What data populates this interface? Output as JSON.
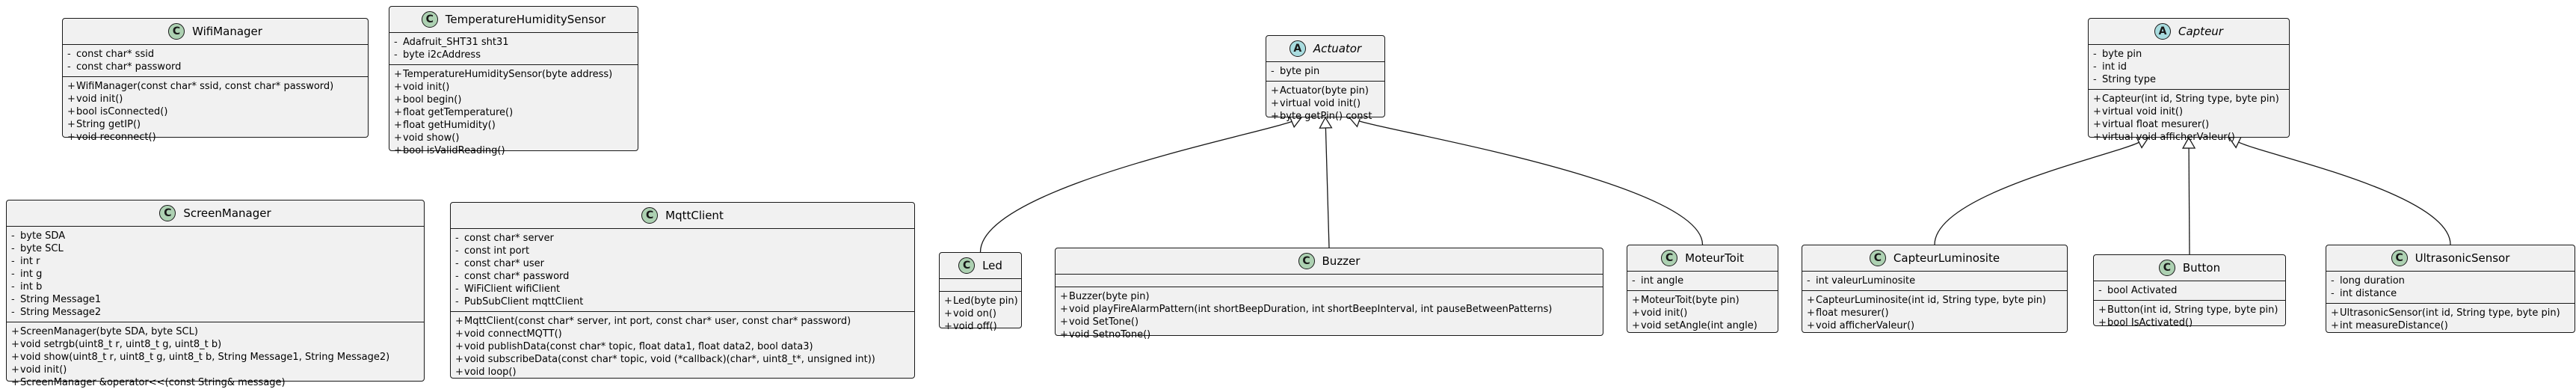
{
  "classes": {
    "wifi": {
      "name": "WifiManager",
      "kind": "class",
      "attributes": [
        {
          "v": "-",
          "t": "const char* ssid"
        },
        {
          "v": "-",
          "t": "const char* password"
        }
      ],
      "methods": [
        {
          "v": "+",
          "t": "WifiManager(const char* ssid, const char* password)"
        },
        {
          "v": "+",
          "t": "void init()"
        },
        {
          "v": "+",
          "t": "bool isConnected()"
        },
        {
          "v": "+",
          "t": "String getIP()"
        },
        {
          "v": "+",
          "t": "void reconnect()"
        }
      ]
    },
    "temp": {
      "name": "TemperatureHumiditySensor",
      "kind": "class",
      "attributes": [
        {
          "v": "-",
          "t": "Adafruit_SHT31 sht31"
        },
        {
          "v": "-",
          "t": "byte i2cAddress"
        }
      ],
      "methods": [
        {
          "v": "+",
          "t": "TemperatureHumiditySensor(byte address)"
        },
        {
          "v": "+",
          "t": "void init()"
        },
        {
          "v": "+",
          "t": "bool begin()"
        },
        {
          "v": "+",
          "t": "float getTemperature()"
        },
        {
          "v": "+",
          "t": "float getHumidity()"
        },
        {
          "v": "+",
          "t": "void show()"
        },
        {
          "v": "+",
          "t": "bool isValidReading()"
        }
      ]
    },
    "actuator": {
      "name": "Actuator",
      "kind": "abstract",
      "attributes": [
        {
          "v": "-",
          "t": "byte pin"
        }
      ],
      "methods": [
        {
          "v": "+",
          "t": "Actuator(byte pin)"
        },
        {
          "v": "+",
          "t": "virtual void init()"
        },
        {
          "v": "+",
          "t": "byte getPin() const"
        }
      ]
    },
    "capteur": {
      "name": "Capteur",
      "kind": "abstract",
      "attributes": [
        {
          "v": "-",
          "t": "byte pin"
        },
        {
          "v": "-",
          "t": "int id"
        },
        {
          "v": "-",
          "t": "String type"
        }
      ],
      "methods": [
        {
          "v": "+",
          "t": "Capteur(int id, String type, byte pin)"
        },
        {
          "v": "+",
          "t": "virtual void init()"
        },
        {
          "v": "+",
          "t": "virtual float mesurer()"
        },
        {
          "v": "+",
          "t": "virtual void afficherValeur()"
        }
      ]
    },
    "screen": {
      "name": "ScreenManager",
      "kind": "class",
      "attributes": [
        {
          "v": "-",
          "t": "byte SDA"
        },
        {
          "v": "-",
          "t": "byte SCL"
        },
        {
          "v": "-",
          "t": "int r"
        },
        {
          "v": "-",
          "t": "int g"
        },
        {
          "v": "-",
          "t": "int b"
        },
        {
          "v": "-",
          "t": "String Message1"
        },
        {
          "v": "-",
          "t": "String Message2"
        }
      ],
      "methods": [
        {
          "v": "+",
          "t": "ScreenManager(byte SDA, byte SCL)"
        },
        {
          "v": "+",
          "t": "void setrgb(uint8_t r, uint8_t g, uint8_t b)"
        },
        {
          "v": "+",
          "t": "void show(uint8_t r, uint8_t g, uint8_t b, String Message1, String Message2)"
        },
        {
          "v": "+",
          "t": "void init()"
        },
        {
          "v": "+",
          "t": "ScreenManager &operator<<(const String& message)"
        }
      ]
    },
    "mqtt": {
      "name": "MqttClient",
      "kind": "class",
      "attributes": [
        {
          "v": "-",
          "t": "const char* server"
        },
        {
          "v": "-",
          "t": "const int port"
        },
        {
          "v": "-",
          "t": "const char* user"
        },
        {
          "v": "-",
          "t": "const char* password"
        },
        {
          "v": "-",
          "t": "WiFiClient wifiClient"
        },
        {
          "v": "-",
          "t": "PubSubClient mqttClient"
        }
      ],
      "methods": [
        {
          "v": "+",
          "t": "MqttClient(const char* server, int port, const char* user, const char* password)"
        },
        {
          "v": "+",
          "t": "void connectMQTT()"
        },
        {
          "v": "+",
          "t": "void publishData(const char* topic, float data1, float data2, bool data3)"
        },
        {
          "v": "+",
          "t": "void subscribeData(const char* topic, void (*callback)(char*, uint8_t*, unsigned int))"
        },
        {
          "v": "+",
          "t": "void loop()"
        }
      ]
    },
    "led": {
      "name": "Led",
      "kind": "class",
      "attributes": [],
      "methods": [
        {
          "v": "+",
          "t": "Led(byte pin)"
        },
        {
          "v": "+",
          "t": "void on()"
        },
        {
          "v": "+",
          "t": "void off()"
        }
      ]
    },
    "buzzer": {
      "name": "Buzzer",
      "kind": "class",
      "attributes": [],
      "methods": [
        {
          "v": "+",
          "t": "Buzzer(byte pin)"
        },
        {
          "v": "+",
          "t": "void playFireAlarmPattern(int shortBeepDuration, int shortBeepInterval, int pauseBetweenPatterns)"
        },
        {
          "v": "+",
          "t": "void SetTone()"
        },
        {
          "v": "+",
          "t": "void SetnoTone()"
        }
      ]
    },
    "moteur": {
      "name": "MoteurToit",
      "kind": "class",
      "attributes": [
        {
          "v": "-",
          "t": "int angle"
        }
      ],
      "methods": [
        {
          "v": "+",
          "t": "MoteurToit(byte pin)"
        },
        {
          "v": "+",
          "t": "void init()"
        },
        {
          "v": "+",
          "t": "void setAngle(int angle)"
        }
      ]
    },
    "lum": {
      "name": "CapteurLuminosite",
      "kind": "class",
      "attributes": [
        {
          "v": "-",
          "t": "int valeurLuminosite"
        }
      ],
      "methods": [
        {
          "v": "+",
          "t": "CapteurLuminosite(int id, String type, byte pin)"
        },
        {
          "v": "+",
          "t": "float mesurer()"
        },
        {
          "v": "+",
          "t": "void afficherValeur()"
        }
      ]
    },
    "button": {
      "name": "Button",
      "kind": "class",
      "attributes": [
        {
          "v": "-",
          "t": "bool Activated"
        }
      ],
      "methods": [
        {
          "v": "+",
          "t": "Button(int id, String type, byte pin)"
        },
        {
          "v": "+",
          "t": "bool IsActivated()"
        }
      ]
    },
    "ultra": {
      "name": "UltrasonicSensor",
      "kind": "class",
      "attributes": [
        {
          "v": "-",
          "t": "long duration"
        },
        {
          "v": "-",
          "t": "int distance"
        }
      ],
      "methods": [
        {
          "v": "+",
          "t": "UltrasonicSensor(int id, String type, byte pin)"
        },
        {
          "v": "+",
          "t": "int measureDistance()"
        }
      ]
    }
  },
  "inheritance": [
    {
      "child": "led",
      "parent": "actuator"
    },
    {
      "child": "buzzer",
      "parent": "actuator"
    },
    {
      "child": "moteur",
      "parent": "actuator"
    },
    {
      "child": "lum",
      "parent": "capteur"
    },
    {
      "child": "button",
      "parent": "capteur"
    },
    {
      "child": "ultra",
      "parent": "capteur"
    }
  ],
  "colors": {
    "class_badge": "#add1b2",
    "abstract_badge": "#a9dcdf",
    "box_fill": "#f1f1f1",
    "line": "#181818"
  },
  "icons": {
    "class": "C",
    "abstract": "A"
  }
}
